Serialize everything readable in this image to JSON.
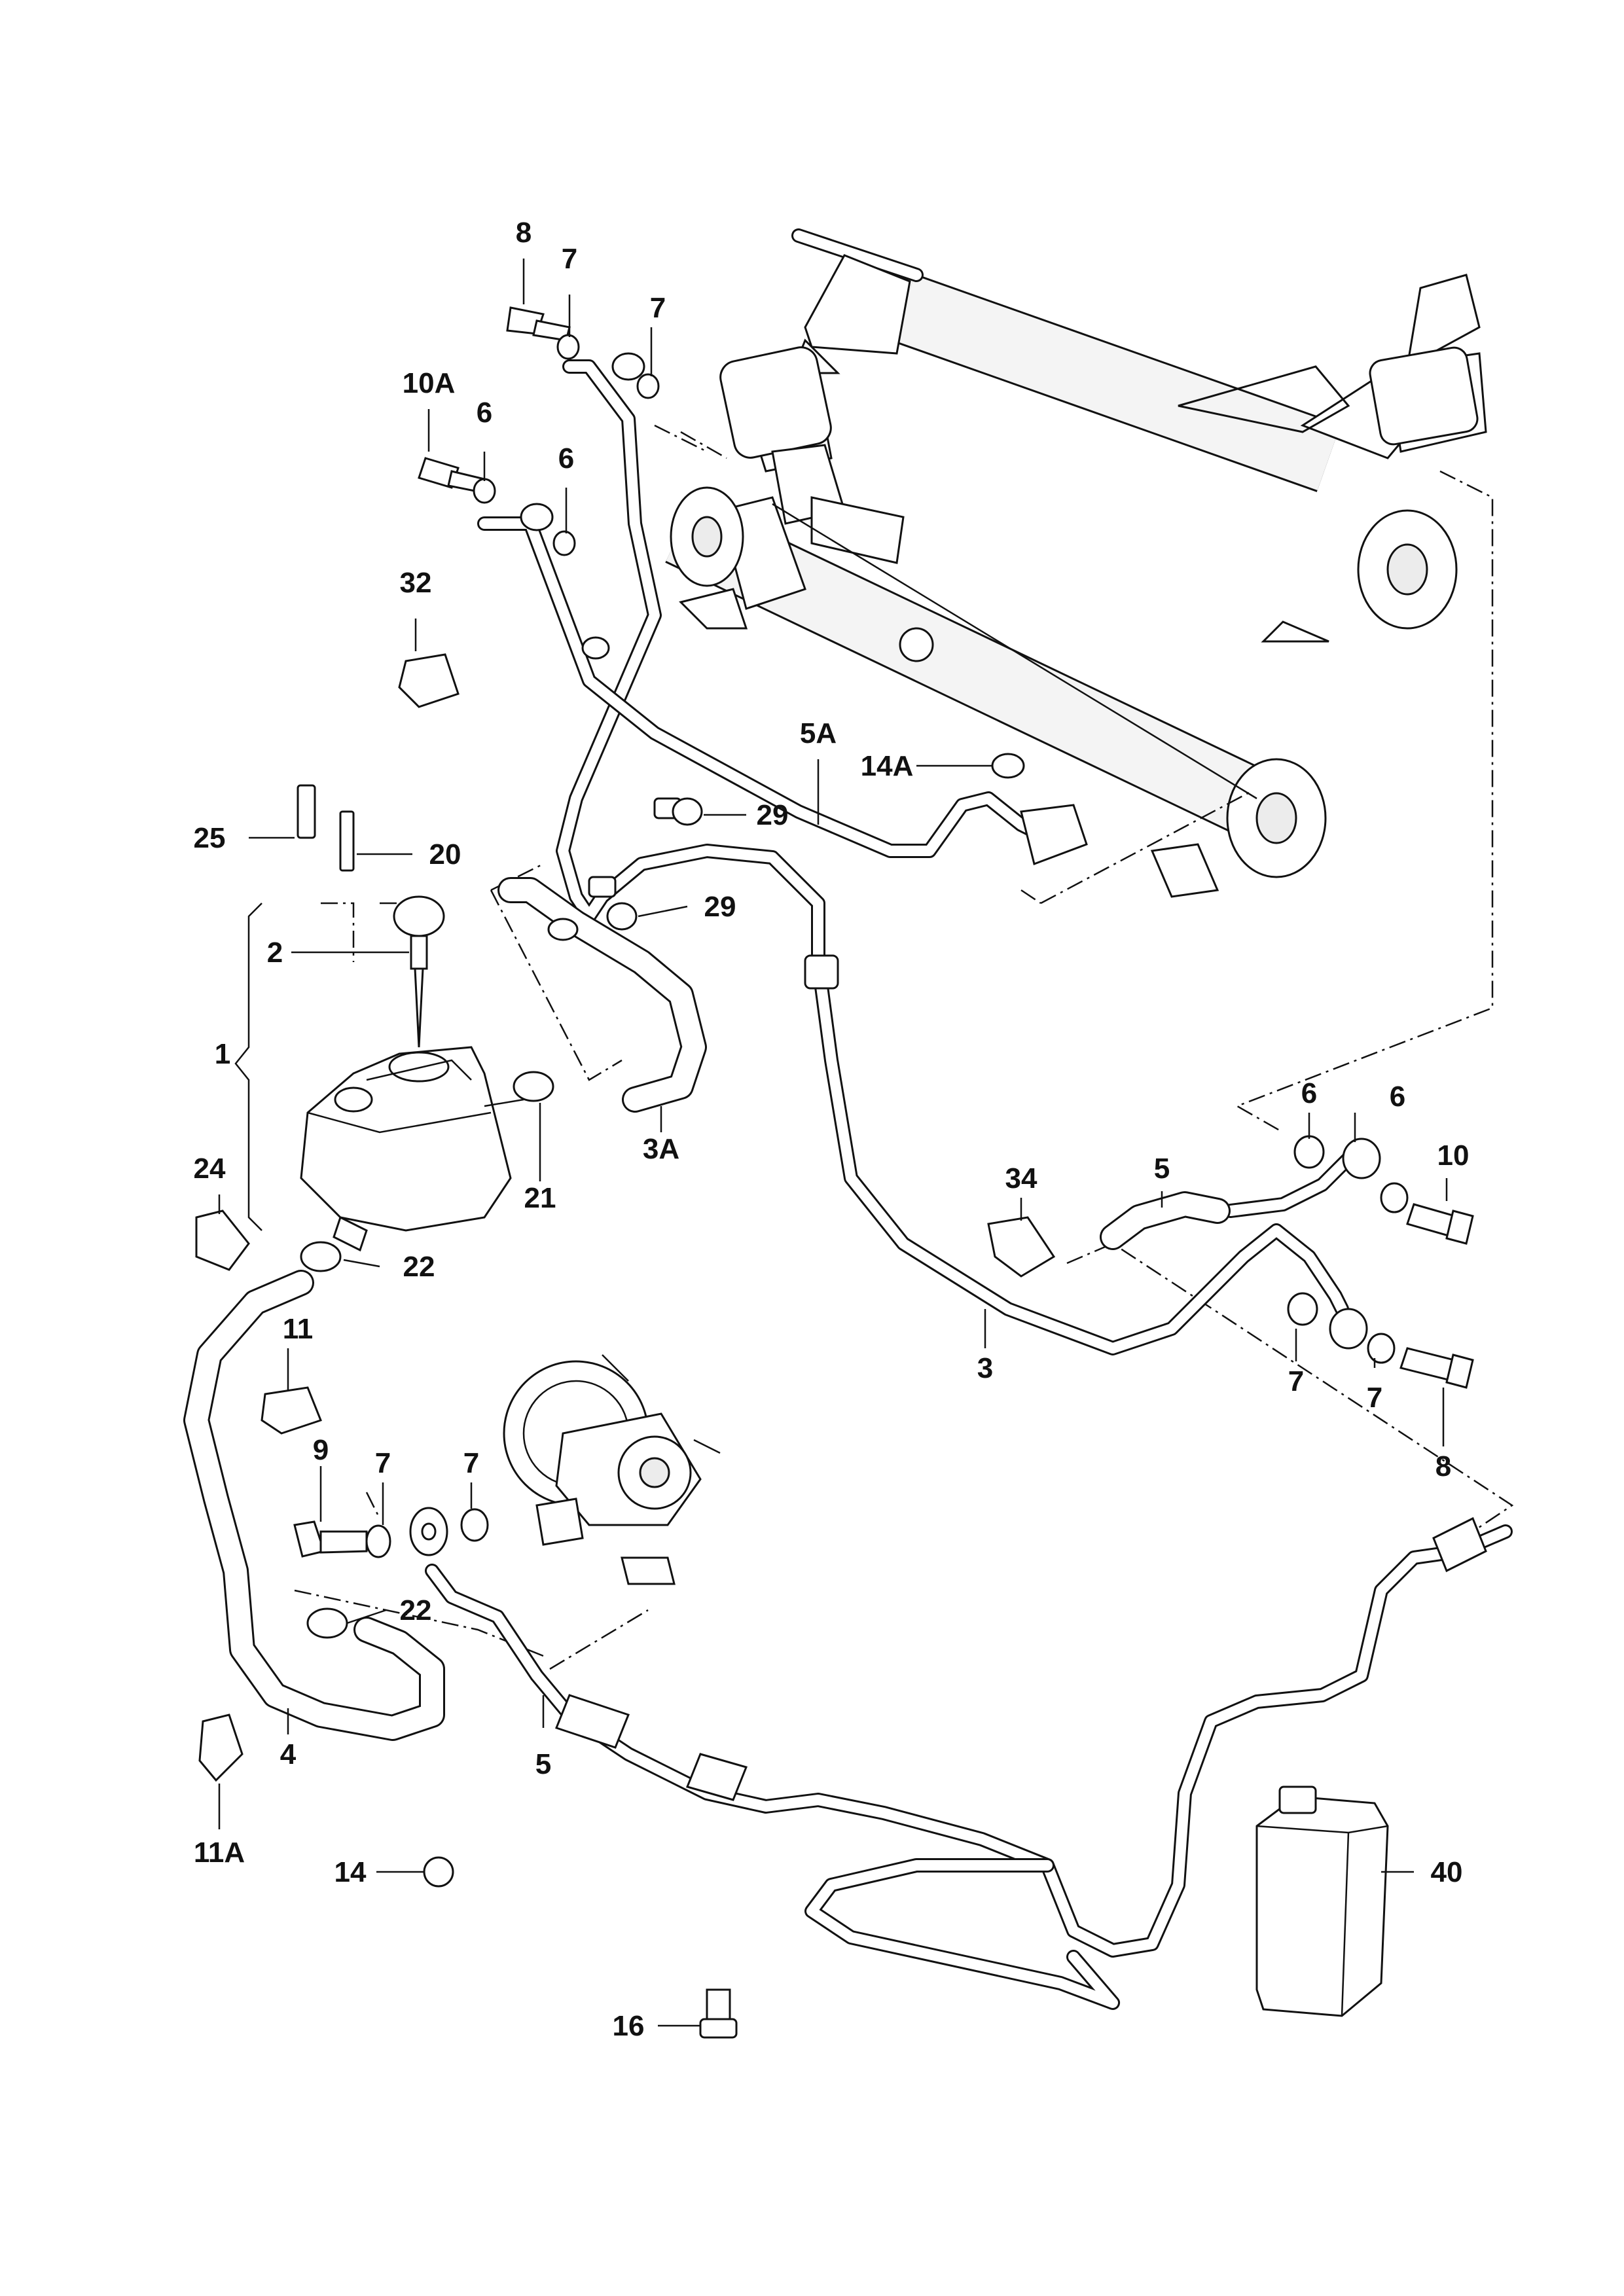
{
  "diagram": {
    "labels": [
      {
        "id": "8-top",
        "text": "8"
      },
      {
        "id": "7-top-a",
        "text": "7"
      },
      {
        "id": "7-top-b",
        "text": "7"
      },
      {
        "id": "10a",
        "text": "10A"
      },
      {
        "id": "6-top-a",
        "text": "6"
      },
      {
        "id": "6-top-b",
        "text": "6"
      },
      {
        "id": "32",
        "text": "32"
      },
      {
        "id": "5a",
        "text": "5A"
      },
      {
        "id": "14a",
        "text": "14A"
      },
      {
        "id": "25",
        "text": "25"
      },
      {
        "id": "20",
        "text": "20"
      },
      {
        "id": "29-a",
        "text": "29"
      },
      {
        "id": "29-b",
        "text": "29"
      },
      {
        "id": "2",
        "text": "2"
      },
      {
        "id": "1",
        "text": "1"
      },
      {
        "id": "3a",
        "text": "3A"
      },
      {
        "id": "21",
        "text": "21"
      },
      {
        "id": "24",
        "text": "24"
      },
      {
        "id": "22-a",
        "text": "22"
      },
      {
        "id": "6-right-a",
        "text": "6"
      },
      {
        "id": "6-right-b",
        "text": "6"
      },
      {
        "id": "5-right",
        "text": "5"
      },
      {
        "id": "10",
        "text": "10"
      },
      {
        "id": "34",
        "text": "34"
      },
      {
        "id": "3",
        "text": "3"
      },
      {
        "id": "7-right-a",
        "text": "7"
      },
      {
        "id": "7-right-b",
        "text": "7"
      },
      {
        "id": "8-right",
        "text": "8"
      },
      {
        "id": "11",
        "text": "11"
      },
      {
        "id": "9",
        "text": "9"
      },
      {
        "id": "7-pump-a",
        "text": "7"
      },
      {
        "id": "7-pump-b",
        "text": "7"
      },
      {
        "id": "22-b",
        "text": "22"
      },
      {
        "id": "4",
        "text": "4"
      },
      {
        "id": "5-bottom",
        "text": "5"
      },
      {
        "id": "11a",
        "text": "11A"
      },
      {
        "id": "14",
        "text": "14"
      },
      {
        "id": "40",
        "text": "40"
      },
      {
        "id": "16",
        "text": "16"
      }
    ]
  }
}
